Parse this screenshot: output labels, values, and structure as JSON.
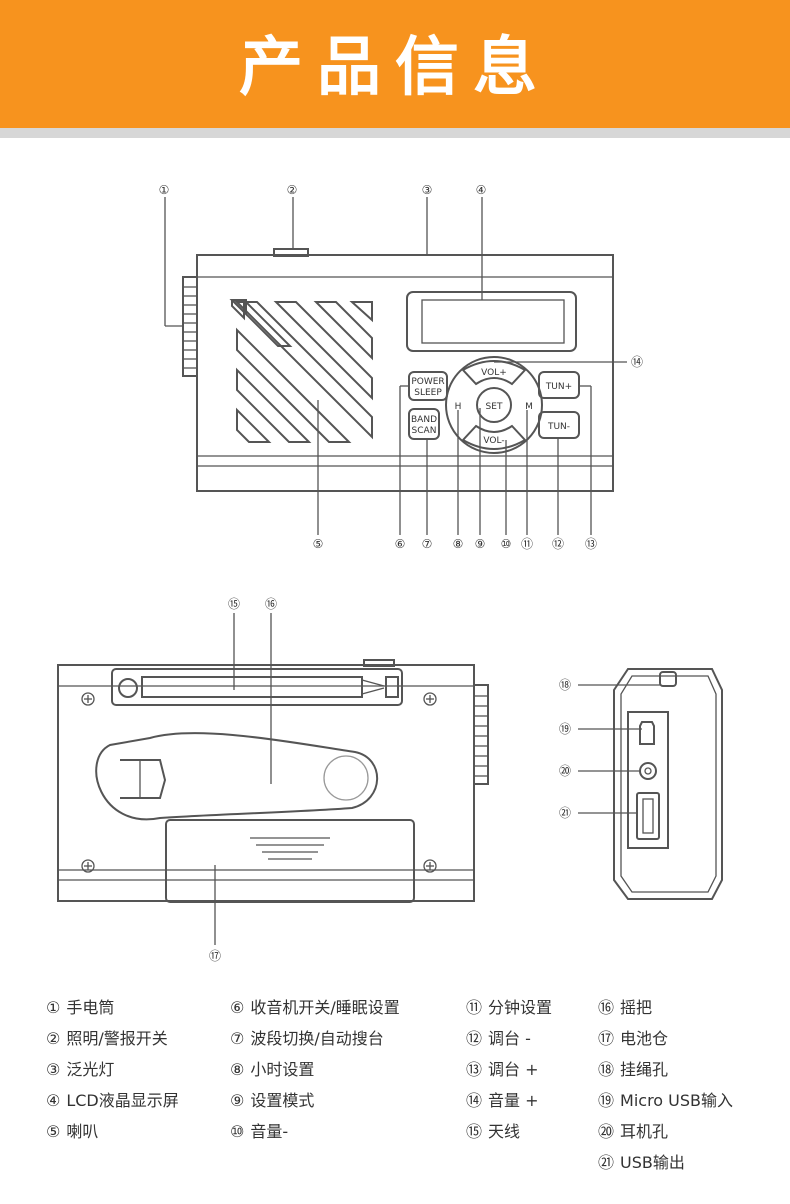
{
  "header": {
    "title": "产品信息",
    "color": "#F7931E"
  },
  "callouts": {
    "c1": "①",
    "c2": "②",
    "c3": "③",
    "c4": "④",
    "c5": "⑤",
    "c6": "⑥",
    "c7": "⑦",
    "c8": "⑧",
    "c9": "⑨",
    "c10": "⑩",
    "c11": "⑪",
    "c12": "⑫",
    "c13": "⑬",
    "c14": "⑭",
    "c15": "⑮",
    "c16": "⑯",
    "c17": "⑰",
    "c18": "⑱",
    "c19": "⑲",
    "c20": "⑳",
    "c21": "㉑"
  },
  "buttons": {
    "power": "POWER",
    "sleep": "SLEEP",
    "band": "BAND",
    "scan": "SCAN",
    "vol_up": "VOL+",
    "vol_down": "VOL-",
    "set": "SET",
    "h": "H",
    "m": "M",
    "tun_up": "TUN+",
    "tun_down": "TUN-"
  },
  "legend": [
    {
      "num": "①",
      "text": "手电筒"
    },
    {
      "num": "②",
      "text": "照明/警报开关"
    },
    {
      "num": "③",
      "text": "泛光灯"
    },
    {
      "num": "④",
      "text": "LCD液晶显示屏"
    },
    {
      "num": "⑤",
      "text": "喇叭"
    },
    {
      "num": "⑥",
      "text": "收音机开关/睡眠设置"
    },
    {
      "num": "⑦",
      "text": "波段切换/自动搜台"
    },
    {
      "num": "⑧",
      "text": "小时设置"
    },
    {
      "num": "⑨",
      "text": "设置模式"
    },
    {
      "num": "⑩",
      "text": "音量-"
    },
    {
      "num": "⑪",
      "text": "分钟设置"
    },
    {
      "num": "⑫",
      "text": "调台 -"
    },
    {
      "num": "⑬",
      "text": "调台 +"
    },
    {
      "num": "⑭",
      "text": "音量 +"
    },
    {
      "num": "⑮",
      "text": "天线"
    },
    {
      "num": "⑯",
      "text": "摇把"
    },
    {
      "num": "⑰",
      "text": "电池仓"
    },
    {
      "num": "⑱",
      "text": "挂绳孔"
    },
    {
      "num": "⑲",
      "text": "Micro USB输入"
    },
    {
      "num": "⑳",
      "text": "耳机孔"
    },
    {
      "num": "㉑",
      "text": "USB输出"
    }
  ]
}
